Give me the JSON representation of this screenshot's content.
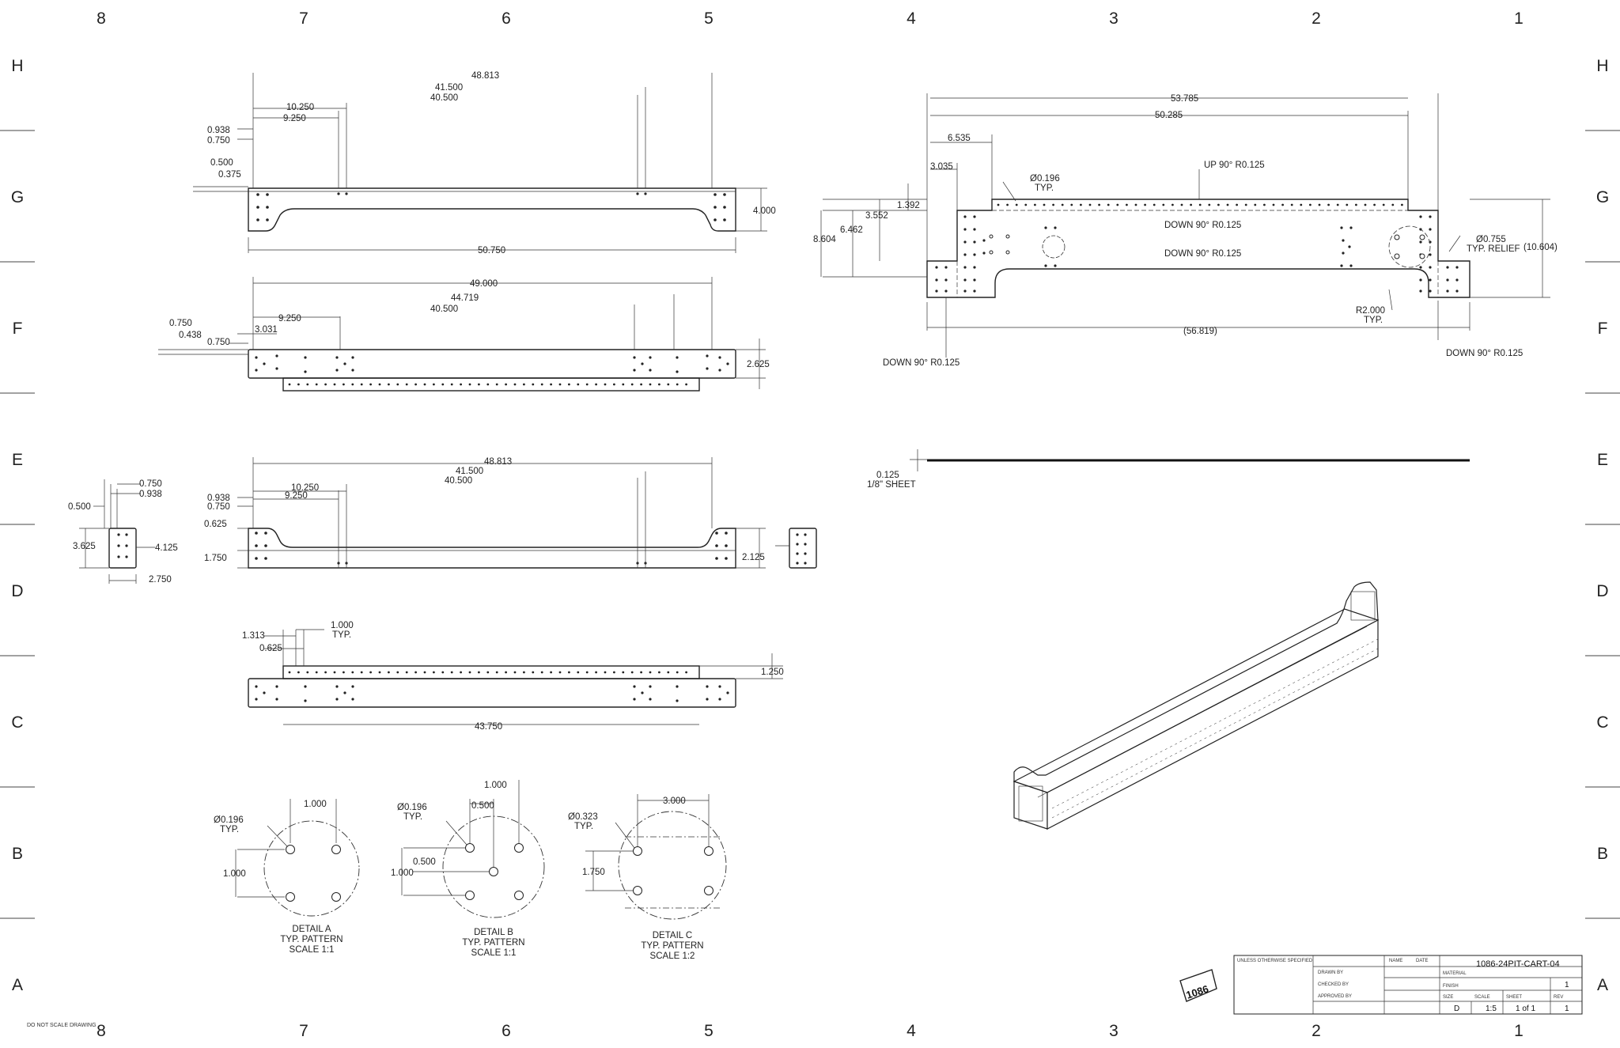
{
  "zones": {
    "columns": [
      "8",
      "7",
      "6",
      "5",
      "4",
      "3",
      "2",
      "1"
    ],
    "rows": [
      "H",
      "G",
      "F",
      "E",
      "D",
      "C",
      "B",
      "A"
    ]
  },
  "view_top": {
    "dims": [
      "48.813",
      "41.500",
      "40.500",
      "10.250",
      "9.250",
      "0.938",
      "0.750",
      "0.500",
      "0.375",
      "4.000",
      "50.750"
    ]
  },
  "view_second": {
    "dims": [
      "49.000",
      "44.719",
      "40.500",
      "9.250",
      "3.031",
      "0.750",
      "0.438",
      "0.750",
      "2.625"
    ]
  },
  "view_third": {
    "dims": [
      "48.813",
      "41.500",
      "40.500",
      "10.250",
      "9.250",
      "0.938",
      "0.750",
      "0.625",
      "1.750",
      "2.125"
    ]
  },
  "view_end": {
    "dims": [
      "0.750",
      "0.938",
      "0.500",
      "3.625",
      "4.125",
      "2.750"
    ]
  },
  "view_bottom": {
    "dims": [
      "1.000",
      "TYP.",
      "1.313",
      "0.625",
      "1.250",
      "43.750"
    ]
  },
  "details": {
    "a": {
      "hole": "Ø0.196",
      "typ": "TYP.",
      "h": "1.000",
      "v": "1.000",
      "title": "DETAIL A",
      "sub": "TYP. PATTERN",
      "scale": "SCALE 1:1"
    },
    "b": {
      "hole": "Ø0.196",
      "typ": "TYP.",
      "top": "1.000",
      "h": "0.500",
      "mid": "0.500",
      "v": "1.000",
      "title": "DETAIL B",
      "sub": "TYP. PATTERN",
      "scale": "SCALE 1:1"
    },
    "c": {
      "hole": "Ø0.323",
      "typ": "TYP.",
      "h": "3.000",
      "v": "1.750",
      "title": "DETAIL C",
      "sub": "TYP. PATTERN",
      "scale": "SCALE 1:2"
    }
  },
  "flat_pattern": {
    "overall": "53.785",
    "inner": "50.285",
    "d6535": "6.535",
    "d3035": "3.035",
    "hole": "Ø0.196",
    "hole_typ": "TYP.",
    "bend_up": "UP 90° R0.125",
    "down1": "DOWN 90° R0.125",
    "down2": "DOWN 90° R0.125",
    "h1392": "1.392",
    "h3552": "3.552",
    "h6462": "6.462",
    "h8604": "8.604",
    "relief": "Ø0.755",
    "relief_typ": "TYP. RELIEF",
    "height": "(10.604)",
    "radius": "R2.000",
    "radius_typ": "TYP.",
    "total": "(56.819)",
    "down_left": "DOWN 90° R0.125",
    "down_right": "DOWN 90° R0.125"
  },
  "sheet_view": {
    "thickness": "0.125",
    "sheet": "1/8\" SHEET"
  },
  "title_block": {
    "part": "1086-24PIT-CART-04",
    "size": "D",
    "scale": "1:5",
    "sheet": "1 of 1",
    "rev": "1",
    "logo": "1086"
  },
  "footer_note": "DO NOT SCALE DRAWING"
}
